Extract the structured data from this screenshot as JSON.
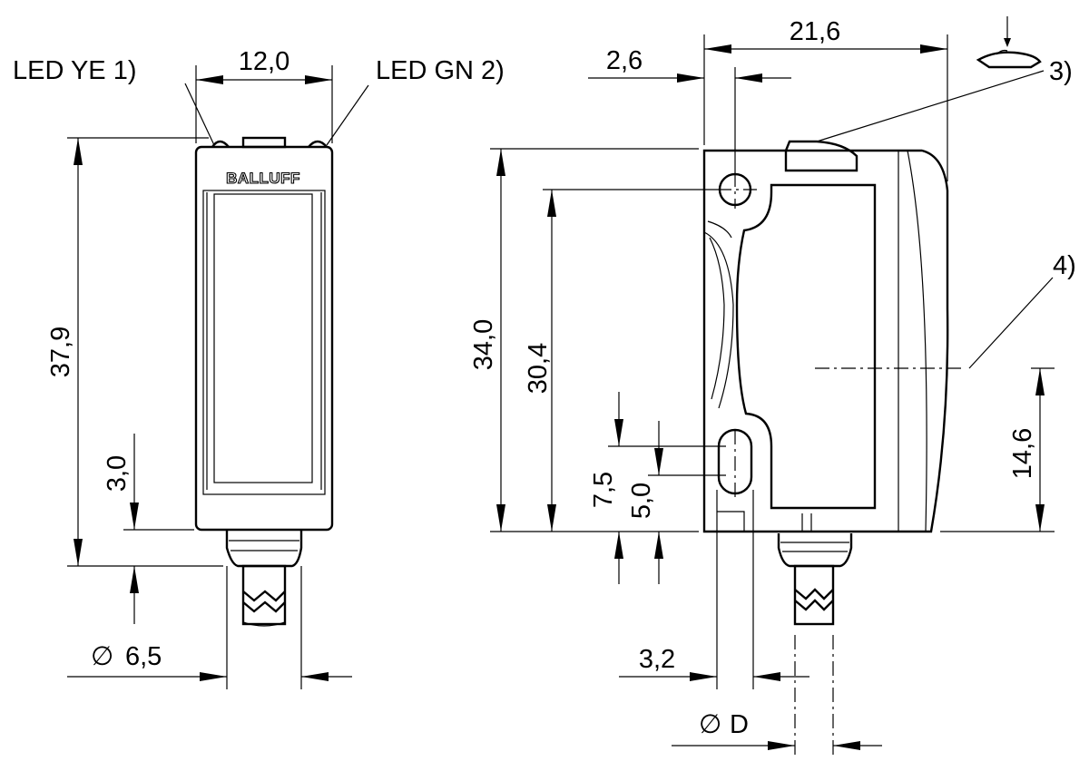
{
  "drawing": {
    "brand_logo": "BALLUFF",
    "callouts": {
      "led_ye": "LED YE 1)",
      "led_gn": "LED GN 2)",
      "note_3": "3)",
      "note_4": "4)"
    },
    "dimensions": {
      "width_front": "12,0",
      "height_total": "37,9",
      "connector_offset": "3,0",
      "diameter_connector": "6,5",
      "depth_side": "21,6",
      "hole_offset_x": "2,6",
      "height_body": "34,0",
      "hole_spacing": "30,4",
      "optical_axis_height": "14,6",
      "slot_offset_outer": "7,5",
      "slot_offset_inner": "5,0",
      "slot_width": "3,2",
      "diameter_d_symbol": "∅",
      "diameter_d_letter": "D"
    },
    "diameter_symbol": "∅"
  }
}
